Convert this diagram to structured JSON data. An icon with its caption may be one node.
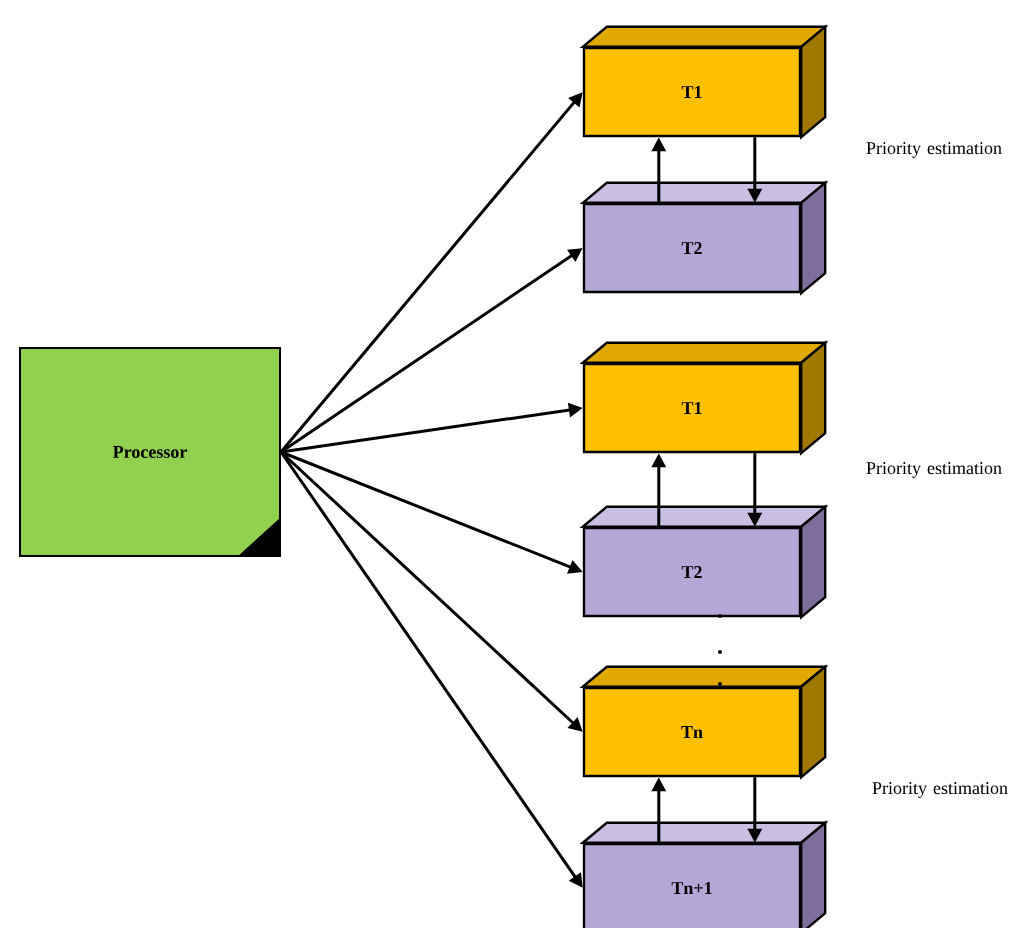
{
  "diagram": {
    "nodes": [
      {
        "text": [
          "Processor"
        ]
      },
      {
        "text": [
          "T1"
        ]
      },
      {
        "text": [
          "T2"
        ]
      },
      {
        "text": [
          "T1"
        ]
      },
      {
        "text": [
          "T2"
        ]
      },
      {
        "text": [
          "Tn"
        ]
      },
      {
        "text": [
          "Tn+1"
        ]
      }
    ],
    "edges": [
      {
        "from": 0,
        "to": 1,
        "arrow": "to"
      },
      {
        "from": 0,
        "to": 2,
        "arrow": "to"
      },
      {
        "from": 0,
        "to": 3,
        "arrow": "to"
      },
      {
        "from": 0,
        "to": 4,
        "arrow": "to"
      },
      {
        "from": 0,
        "to": 5,
        "arrow": "to"
      },
      {
        "from": 0,
        "to": 6,
        "arrow": "to"
      },
      {
        "from": 2,
        "to": 1,
        "arrow": "to"
      },
      {
        "from": 1,
        "to": 2,
        "arrow": "to"
      },
      {
        "from": 4,
        "to": 3,
        "arrow": "to"
      },
      {
        "from": 3,
        "to": 4,
        "arrow": "to"
      },
      {
        "from": 6,
        "to": 5,
        "arrow": "to"
      },
      {
        "from": 5,
        "to": 6,
        "arrow": "to"
      }
    ],
    "labels": [
      "Priority estimation",
      "Priority estimation",
      "Priority estimation"
    ]
  }
}
